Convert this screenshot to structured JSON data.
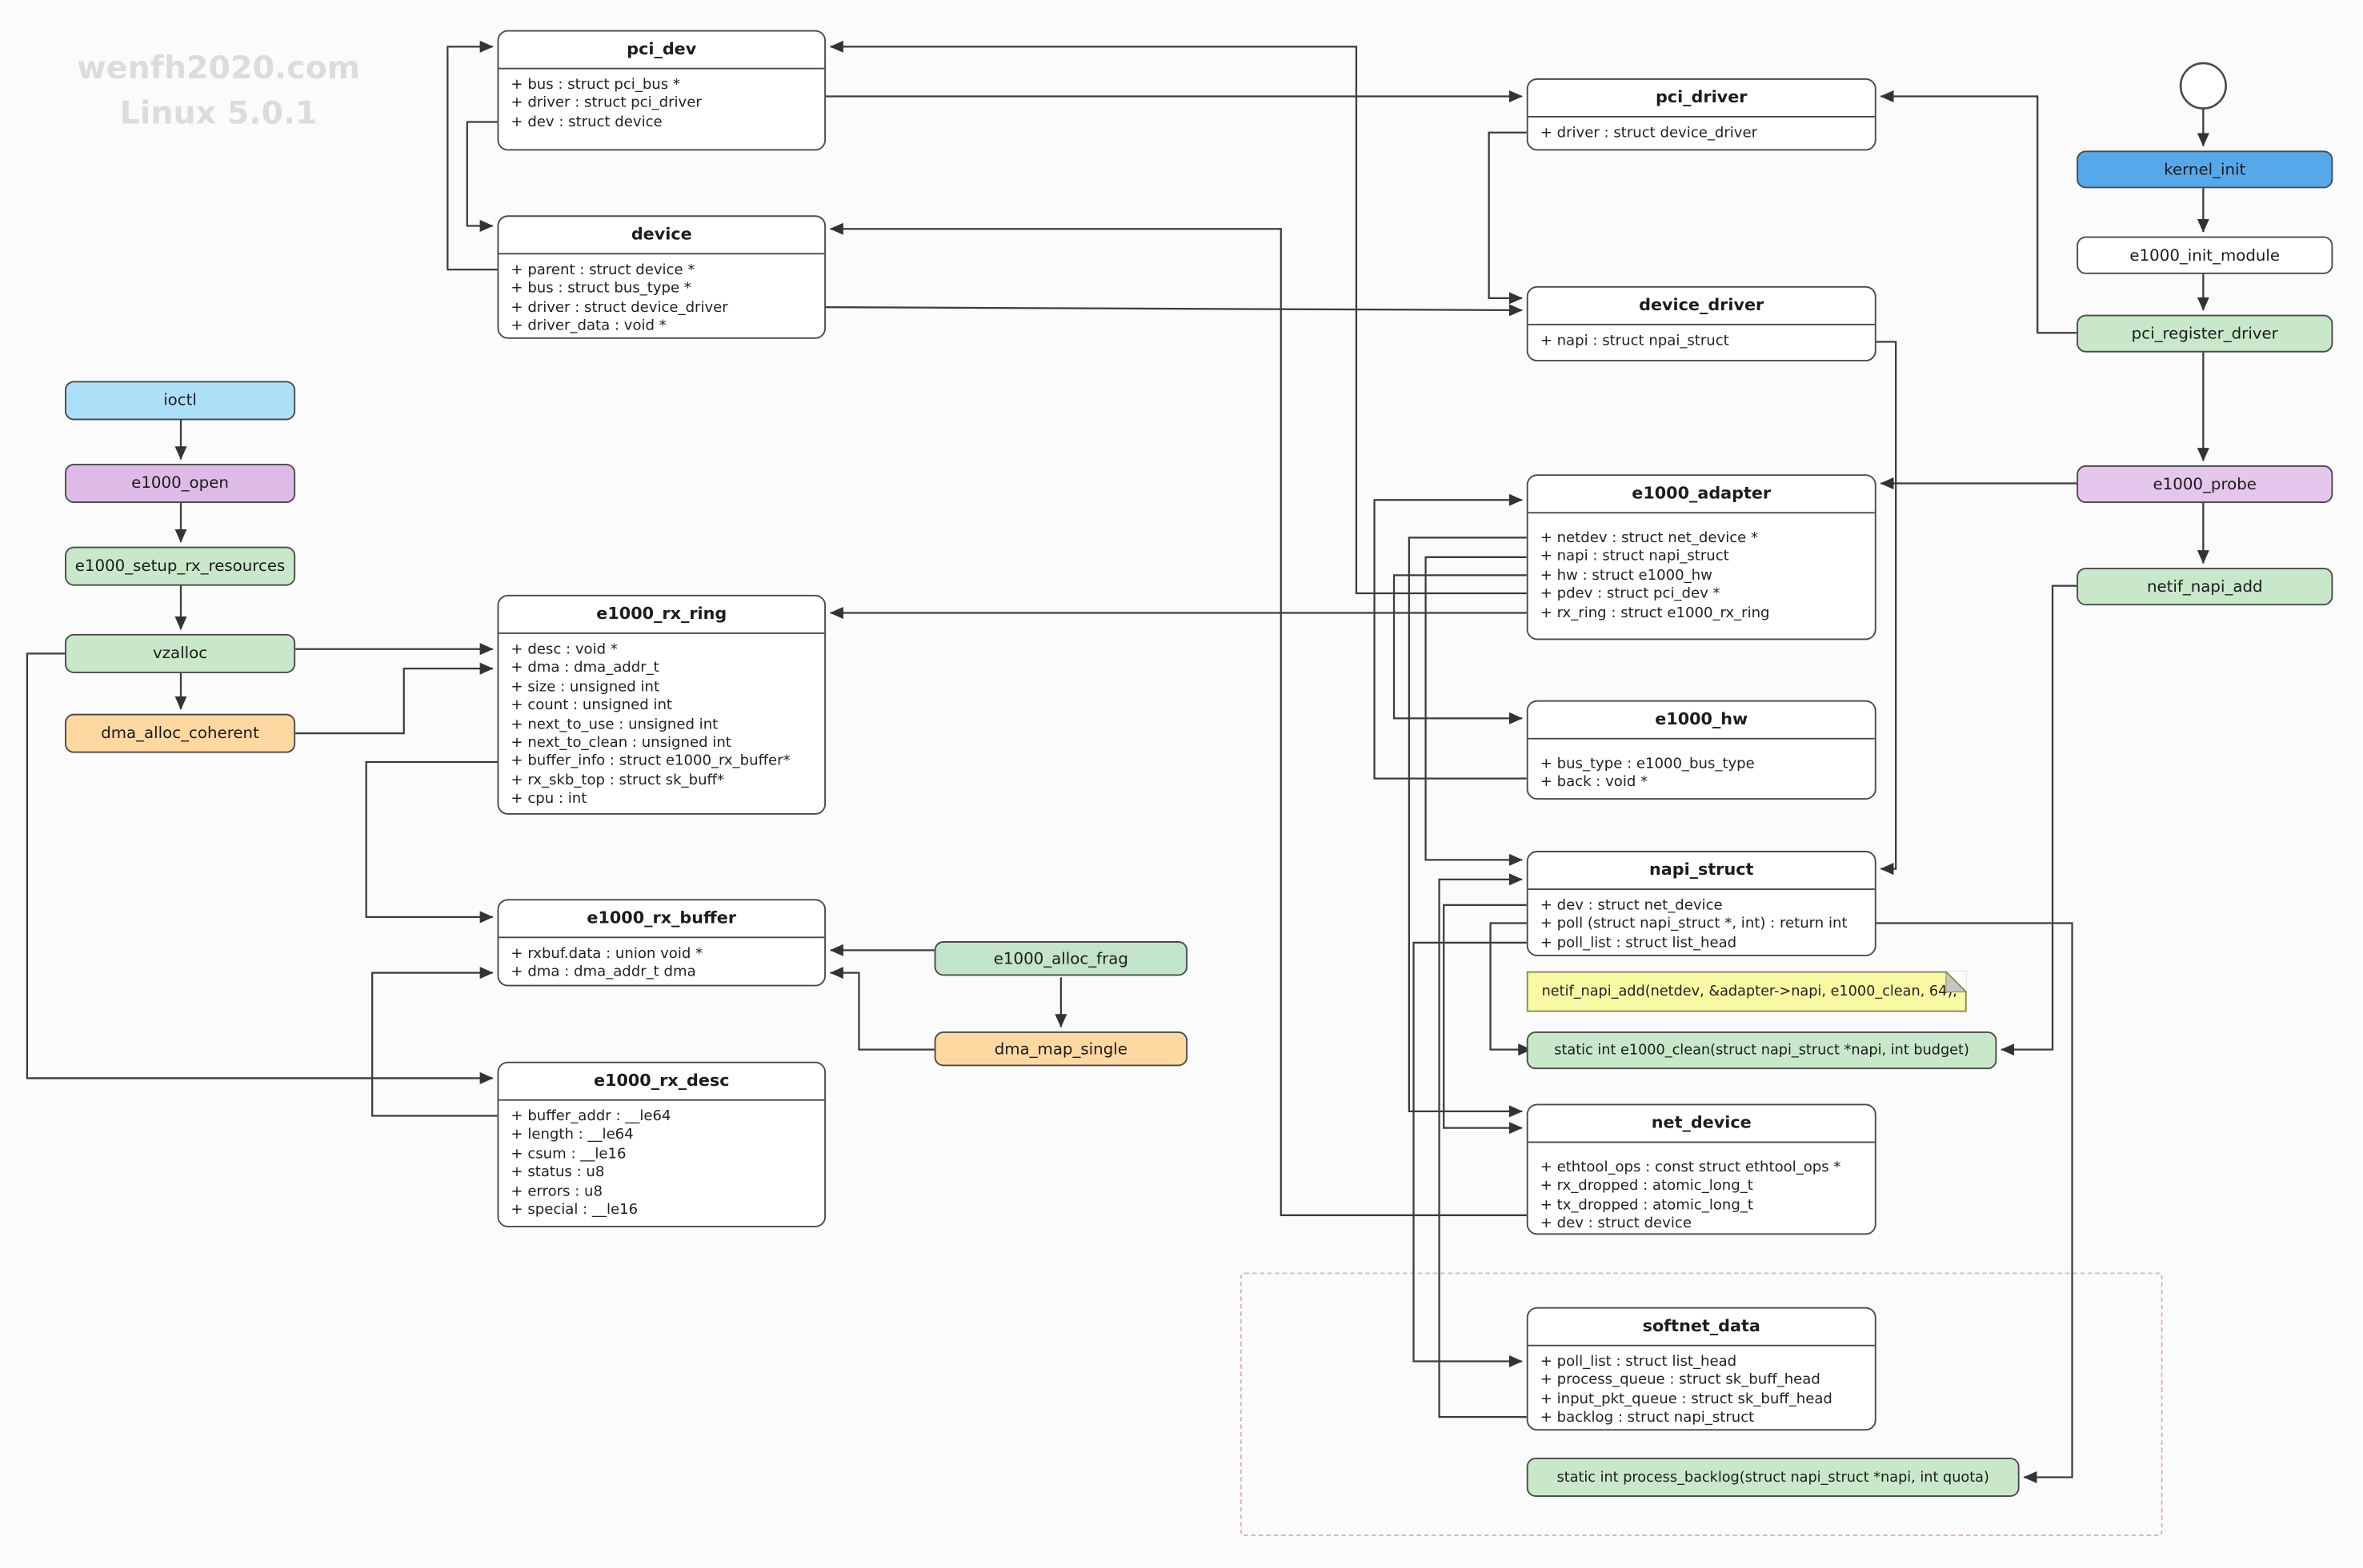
{
  "watermark": {
    "line1": "wenfh2020.com",
    "line2": "Linux 5.0.1"
  },
  "classes": [
    {
      "name": "pci_dev",
      "fields": [
        "+ bus : struct pci_bus *",
        "+ driver : struct pci_driver",
        "+ dev : struct device"
      ]
    },
    {
      "name": "device",
      "fields": [
        "+ parent : struct device *",
        "+ bus : struct bus_type *",
        "+ driver : struct device_driver",
        "+ driver_data : void *"
      ]
    },
    {
      "name": "e1000_rx_ring",
      "fields": [
        "+ desc : void *",
        "+ dma : dma_addr_t",
        "+ size : unsigned int",
        "+ count : unsigned int",
        "+ next_to_use : unsigned int",
        "+ next_to_clean : unsigned int",
        "+ buffer_info : struct e1000_rx_buffer*",
        "+ rx_skb_top : struct sk_buff*",
        "+ cpu : int"
      ]
    },
    {
      "name": "e1000_rx_buffer",
      "fields": [
        "+ rxbuf.data : union void *",
        "+ dma : dma_addr_t dma"
      ]
    },
    {
      "name": "e1000_rx_desc",
      "fields": [
        "+ buffer_addr : __le64",
        "+ length : __le64",
        "+ csum : __le16",
        "+ status : u8",
        "+ errors : u8",
        "+ special : __le16"
      ]
    },
    {
      "name": "pci_driver",
      "fields": [
        "+ driver : struct device_driver"
      ]
    },
    {
      "name": "device_driver",
      "fields": [
        "+ napi : struct npai_struct"
      ]
    },
    {
      "name": "e1000_adapter",
      "fields": [
        "+ netdev : struct net_device *",
        "+ napi : struct napi_struct",
        "+ hw : struct e1000_hw",
        "+ pdev : struct pci_dev *",
        "+ rx_ring : struct e1000_rx_ring"
      ]
    },
    {
      "name": "e1000_hw",
      "fields": [
        "+ bus_type : e1000_bus_type",
        "+ back : void *"
      ]
    },
    {
      "name": "napi_struct",
      "fields": [
        "+ dev : struct net_device",
        "+ poll (struct napi_struct *, int) : return int",
        "+ poll_list : struct list_head"
      ]
    },
    {
      "name": "net_device",
      "fields": [
        "+ ethtool_ops : const struct ethtool_ops *",
        "+ rx_dropped : atomic_long_t",
        "+ tx_dropped : atomic_long_t",
        "+ dev : struct device"
      ]
    },
    {
      "name": "softnet_data",
      "fields": [
        "+ poll_list : struct list_head",
        "+ process_queue : struct sk_buff_head",
        "+ input_pkt_queue : struct sk_buff_head",
        "+ backlog : struct napi_struct"
      ]
    }
  ],
  "flows": [
    {
      "name": "ioctl",
      "label": "ioctl",
      "bg": "#ace0f8"
    },
    {
      "name": "e1000_open",
      "label": "e1000_open",
      "bg": "#debbe6"
    },
    {
      "name": "e1000_setup_rx_resources",
      "label": "e1000_setup_rx_resources",
      "bg": "#c9e8ca"
    },
    {
      "name": "vzalloc",
      "label": "vzalloc",
      "bg": "#c9e8ca"
    },
    {
      "name": "dma_alloc_coherent",
      "label": "dma_alloc_coherent",
      "bg": "#fdd8a0"
    },
    {
      "name": "kernel_init",
      "label": "kernel_init",
      "bg": "#55a9ea"
    },
    {
      "name": "e1000_init_module",
      "label": "e1000_init_module",
      "bg": "#ffffff"
    },
    {
      "name": "pci_register_driver",
      "label": "pci_register_driver",
      "bg": "#c9e8ca"
    },
    {
      "name": "e1000_probe",
      "label": "e1000_probe",
      "bg": "#e5c6ec"
    },
    {
      "name": "netif_napi_add",
      "label": "netif_napi_add",
      "bg": "#c9e8ca"
    },
    {
      "name": "e1000_alloc_frag",
      "label": "e1000_alloc_frag",
      "bg": "#c2e4c8"
    },
    {
      "name": "dma_map_single",
      "label": "dma_map_single",
      "bg": "#fdd8a0"
    },
    {
      "name": "e1000_clean",
      "label": "static int e1000_clean(struct napi_struct *napi, int budget)",
      "bg": "#c9e8ca"
    },
    {
      "name": "process_backlog",
      "label": "static int process_backlog(struct napi_struct *napi, int quota)",
      "bg": "#c9e8ca"
    }
  ],
  "note": {
    "text": "netif_napi_add(netdev, &adapter->napi, e1000_clean, 64);"
  }
}
